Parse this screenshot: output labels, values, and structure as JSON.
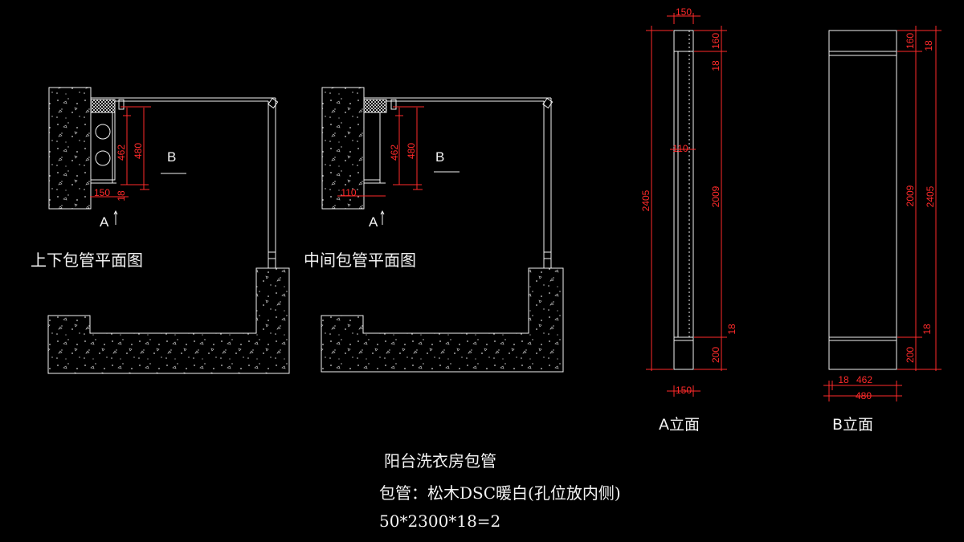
{
  "colors": {
    "background": "#000000",
    "line": "#f2f2f2",
    "dimension": "#ff2a2a"
  },
  "plans": [
    {
      "title": "上下包管平面图",
      "dims": {
        "d462": "462",
        "d480": "480",
        "d150": "150",
        "d18": "18"
      },
      "marker_b": "B",
      "marker_a": "A"
    },
    {
      "title": "中间包管平面图",
      "dims": {
        "d462": "462",
        "d480": "480",
        "d110": "110"
      },
      "marker_b": "B",
      "marker_a": "A"
    }
  ],
  "elevations": {
    "a": {
      "title": "A立面",
      "dims": {
        "top_width": "150",
        "bottom_width": "150",
        "mid_width": "110",
        "total_height": "2405",
        "top_block": "160",
        "top_gap": "18",
        "middle": "2009",
        "bottom_gap": "18",
        "bottom_block": "200"
      }
    },
    "b": {
      "title": "B立面",
      "dims": {
        "top_block": "160",
        "top_gap": "18",
        "middle": "2009",
        "total_height": "2405",
        "bottom_gap": "18",
        "bottom_block": "200",
        "bottom_left": "18",
        "bottom_right": "462",
        "bottom_total": "480"
      }
    }
  },
  "notes": {
    "title": "阳台洗衣房包管",
    "material": "包管：松木DSC暖白(孔位放内侧)",
    "spec": "50*2300*18=2"
  }
}
